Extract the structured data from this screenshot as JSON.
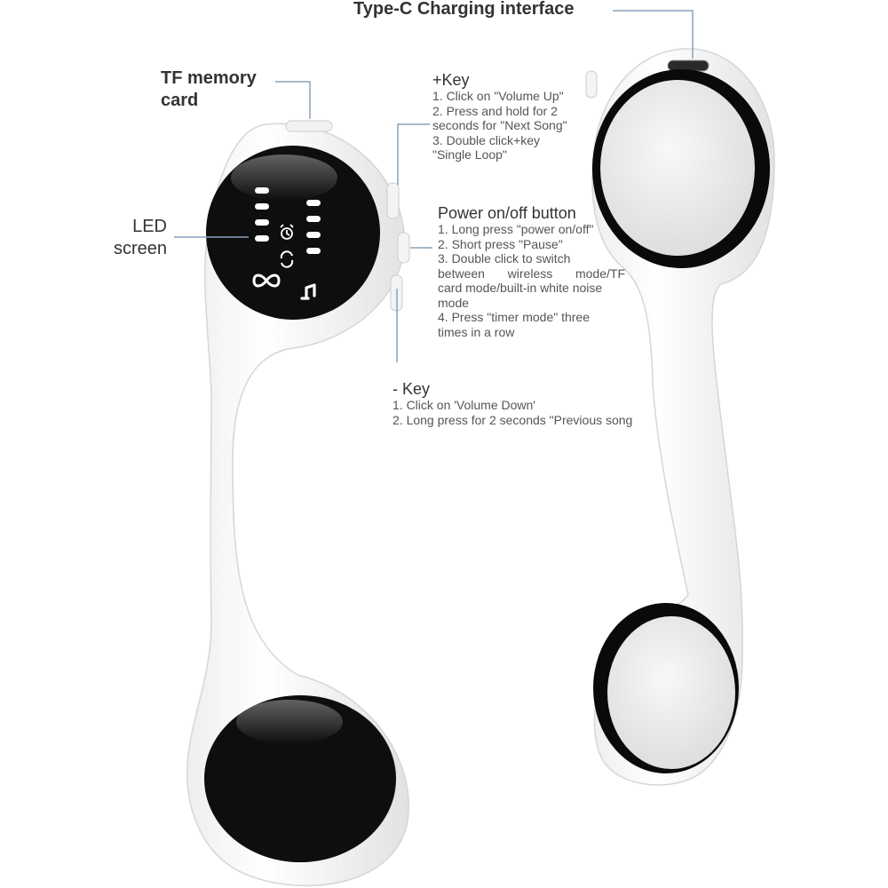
{
  "callouts": {
    "type_c": {
      "title": "Type-C Charging interface"
    },
    "tf_card": {
      "title_lines": [
        "TF memory",
        "card"
      ]
    },
    "led": {
      "title_lines": [
        "LED",
        "screen"
      ]
    },
    "plus_key": {
      "title": "+Key",
      "lines": [
        "1. Click on \"Volume Up\"",
        "2. Press and hold for 2",
        "seconds for \"Next Song\"",
        "3. Double click+key",
        "\"Single Loop\""
      ]
    },
    "power": {
      "title": "Power on/off button",
      "lines": [
        "1. Long press \"power on/off\"",
        "2. Short press \"Pause\"",
        "3. Double click to switch"
      ],
      "justified_line": [
        "between",
        "wireless",
        "mode/TF"
      ],
      "lines_after": [
        "card mode/built-in white noise",
        "mode",
        "4. Press \"timer mode\" three",
        "times in a row"
      ]
    },
    "minus_key": {
      "title": "- Key",
      "lines": [
        "1. Click on 'Volume Down'",
        "2. Long press for 2 seconds \"Previous song"
      ]
    }
  },
  "icons": {
    "led_left_bars": "led-bars-left-icon",
    "led_right_bars": "led-bars-right-icon",
    "timer": "timer-icon",
    "loop": "loop-icon",
    "infinity": "infinity-icon",
    "music_note": "music-note-icon"
  },
  "colors": {
    "body": "#ffffff",
    "body_shadow": "#d9d9d9",
    "screen": "#111111",
    "rim": "#0a0a0a",
    "pad": "#eeeeee",
    "leader": "#8aa2b8",
    "text": "#333333",
    "subtext": "#555555"
  }
}
